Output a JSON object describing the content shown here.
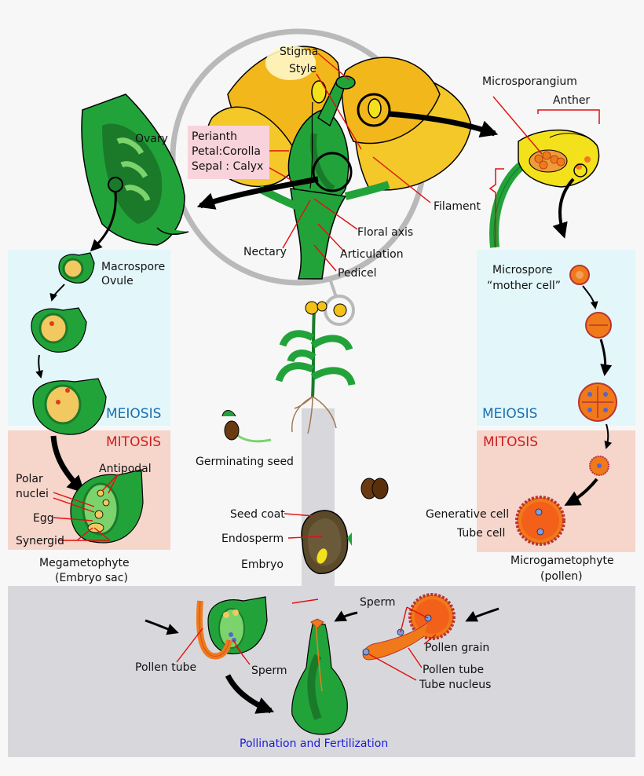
{
  "labels": {
    "stigma": "Stigma",
    "style": "Style",
    "microsporangium": "Microsporangium",
    "anther": "Anther",
    "ovary": "Ovary",
    "perianth": "Perianth",
    "petal_corolla": "Petal:Corolla",
    "sepal_calyx": "Sepal : Calyx",
    "filament": "Filament",
    "floral_axis": "Floral axis",
    "nectary": "Nectary",
    "articulation": "Articulation",
    "pedicel": "Pedicel",
    "macrospore": "Macrospore",
    "ovule": "Ovule",
    "microspore": "Microspore",
    "mother_cell": "“mother cell”",
    "meiosis_left": "MEIOSIS",
    "meiosis_right": "MEIOSIS",
    "mitosis_left": "MITOSIS",
    "mitosis_right": "MITOSIS",
    "germinating_seed": "Germinating seed",
    "polar": "Polar",
    "nuclei": "nuclei",
    "antipodal": "Antipodal",
    "egg": "Egg",
    "synergid": "Synergid",
    "megametophyte": "Megametophyte",
    "embryo_sac": "(Embryo sac)",
    "seed_coat": "Seed coat",
    "endosperm": "Endosperm",
    "embryo": "Embryo",
    "generative_cell": "Generative cell",
    "tube_cell": "Tube cell",
    "microgametophyte": "Microgametophyte",
    "pollen": "(pollen)",
    "sperm_top": "Sperm",
    "pollen_grain": "Pollen grain",
    "pollen_tube_right": "Pollen tube",
    "tube_nucleus": "Tube nucleus",
    "pollen_tube_left": "Pollen tube",
    "sperm_left": "Sperm",
    "caption": "Pollination and Fertilization"
  },
  "colors": {
    "panel_meiosis": "#e3f7fb",
    "panel_mitosis": "#f6d5cb",
    "panel_bottom": "#d8d8dc",
    "green_dark": "#1a7a2a",
    "green": "#22a33a",
    "green_light": "#7cd36b",
    "yellow": "#f2d21b",
    "orange": "#f07a1a",
    "red_line": "#e01010",
    "meiosis_text": "#1a6fb0",
    "mitosis_text": "#cc1f1f",
    "caption_text": "#1a1adb"
  }
}
